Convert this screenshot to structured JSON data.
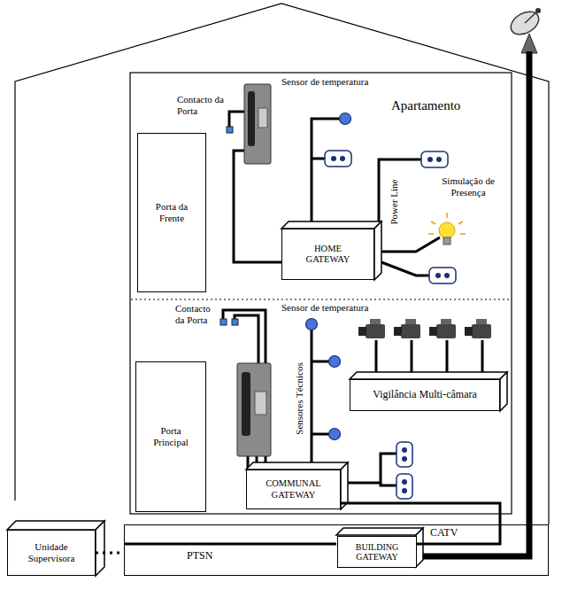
{
  "diagram": {
    "nodes": [
      {
        "text": [
          "Porta da Frente"
        ]
      },
      {
        "text": [
          "HOME GATEWAY"
        ]
      },
      {
        "text": [
          "Porta Principal"
        ]
      },
      {
        "text": [
          "Vigilância Multi-câmara"
        ]
      },
      {
        "text": [
          "COMMUNAL GATEWAY"
        ]
      },
      {
        "text": [
          "Unidade Supervisora"
        ]
      },
      {
        "text": [
          "PTSN",
          "CATV"
        ]
      },
      {
        "text": [
          "BUILDING GATEWAY"
        ],
        "in": 6
      }
    ],
    "edges": [
      {
        "from": 4,
        "to": 7,
        "arrow": "none"
      },
      {
        "from": 5,
        "to": 6,
        "arrow": "none"
      }
    ],
    "labels": [
      "Contacto da Porta",
      "Sensor de temperatura",
      "Apartamento",
      "Power Line",
      "Simulação de Presença",
      "Contacto da Porta",
      "Sensor de temperatura",
      "Sensores Técnicos"
    ]
  }
}
